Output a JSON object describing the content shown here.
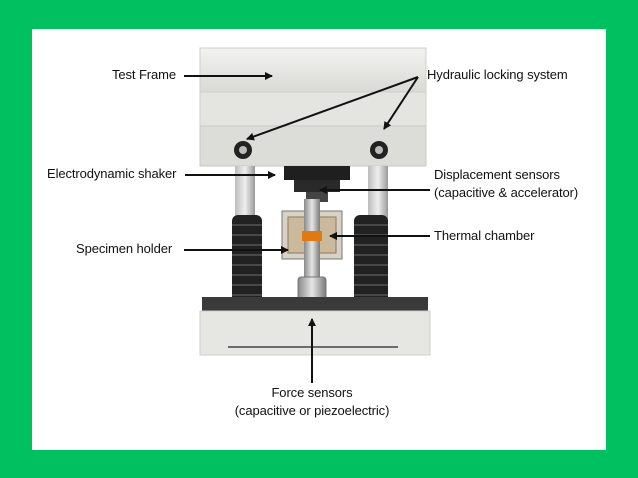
{
  "colors": {
    "background": "#00c060",
    "slide": "#ffffff",
    "frame": "#e9e9e6",
    "bellows": "#222222",
    "base": "#3a3a3a",
    "arrow": "#111111"
  },
  "labels": {
    "test_frame": "Test Frame",
    "hydraulic_locking": "Hydraulic locking system",
    "electrodynamic_shaker": "Electrodynamic shaker",
    "displacement_sensors_line1": "Displacement sensors",
    "displacement_sensors_line2": "(capacitive & accelerator)",
    "specimen_holder": "Specimen holder",
    "thermal_chamber": "Thermal chamber",
    "force_sensors_line1": "Force sensors",
    "force_sensors_line2": "(capacitive or piezoelectric)"
  }
}
